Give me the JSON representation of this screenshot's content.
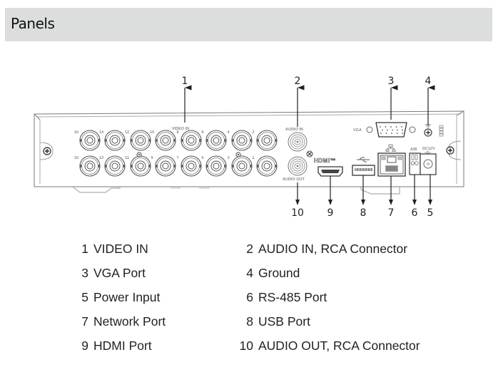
{
  "section": {
    "title": "Panels"
  },
  "diagram": {
    "device_labels": {
      "video_in": "VIDEO IN",
      "audio_in": "AUDIO IN",
      "audio_out": "AUDIO OUT",
      "vga": "VGA",
      "hdmi": "HDMI™",
      "rs485": "A/B",
      "power": "DC12V"
    },
    "bnc_top_row": [
      "16",
      "14",
      "12",
      "10",
      "8",
      "6",
      "4",
      "2"
    ],
    "bnc_bottom_row": [
      "15",
      "13",
      "11",
      "9",
      "7",
      "5",
      "3",
      "1"
    ],
    "callouts_top": [
      "1",
      "2",
      "3",
      "4"
    ],
    "callouts_bottom": [
      "10",
      "9",
      "8",
      "7",
      "6",
      "5"
    ]
  },
  "legend": [
    {
      "num": "1",
      "label": "VIDEO IN"
    },
    {
      "num": "2",
      "label": "AUDIO IN, RCA Connector"
    },
    {
      "num": "3",
      "label": "VGA Port"
    },
    {
      "num": "4",
      "label": "Ground"
    },
    {
      "num": "5",
      "label": "Power Input"
    },
    {
      "num": "6",
      "label": "RS-485 Port"
    },
    {
      "num": "7",
      "label": "Network Port"
    },
    {
      "num": "8",
      "label": "USB Port"
    },
    {
      "num": "9",
      "label": "HDMI Port"
    },
    {
      "num": "10",
      "label": "AUDIO OUT, RCA Connector"
    }
  ]
}
